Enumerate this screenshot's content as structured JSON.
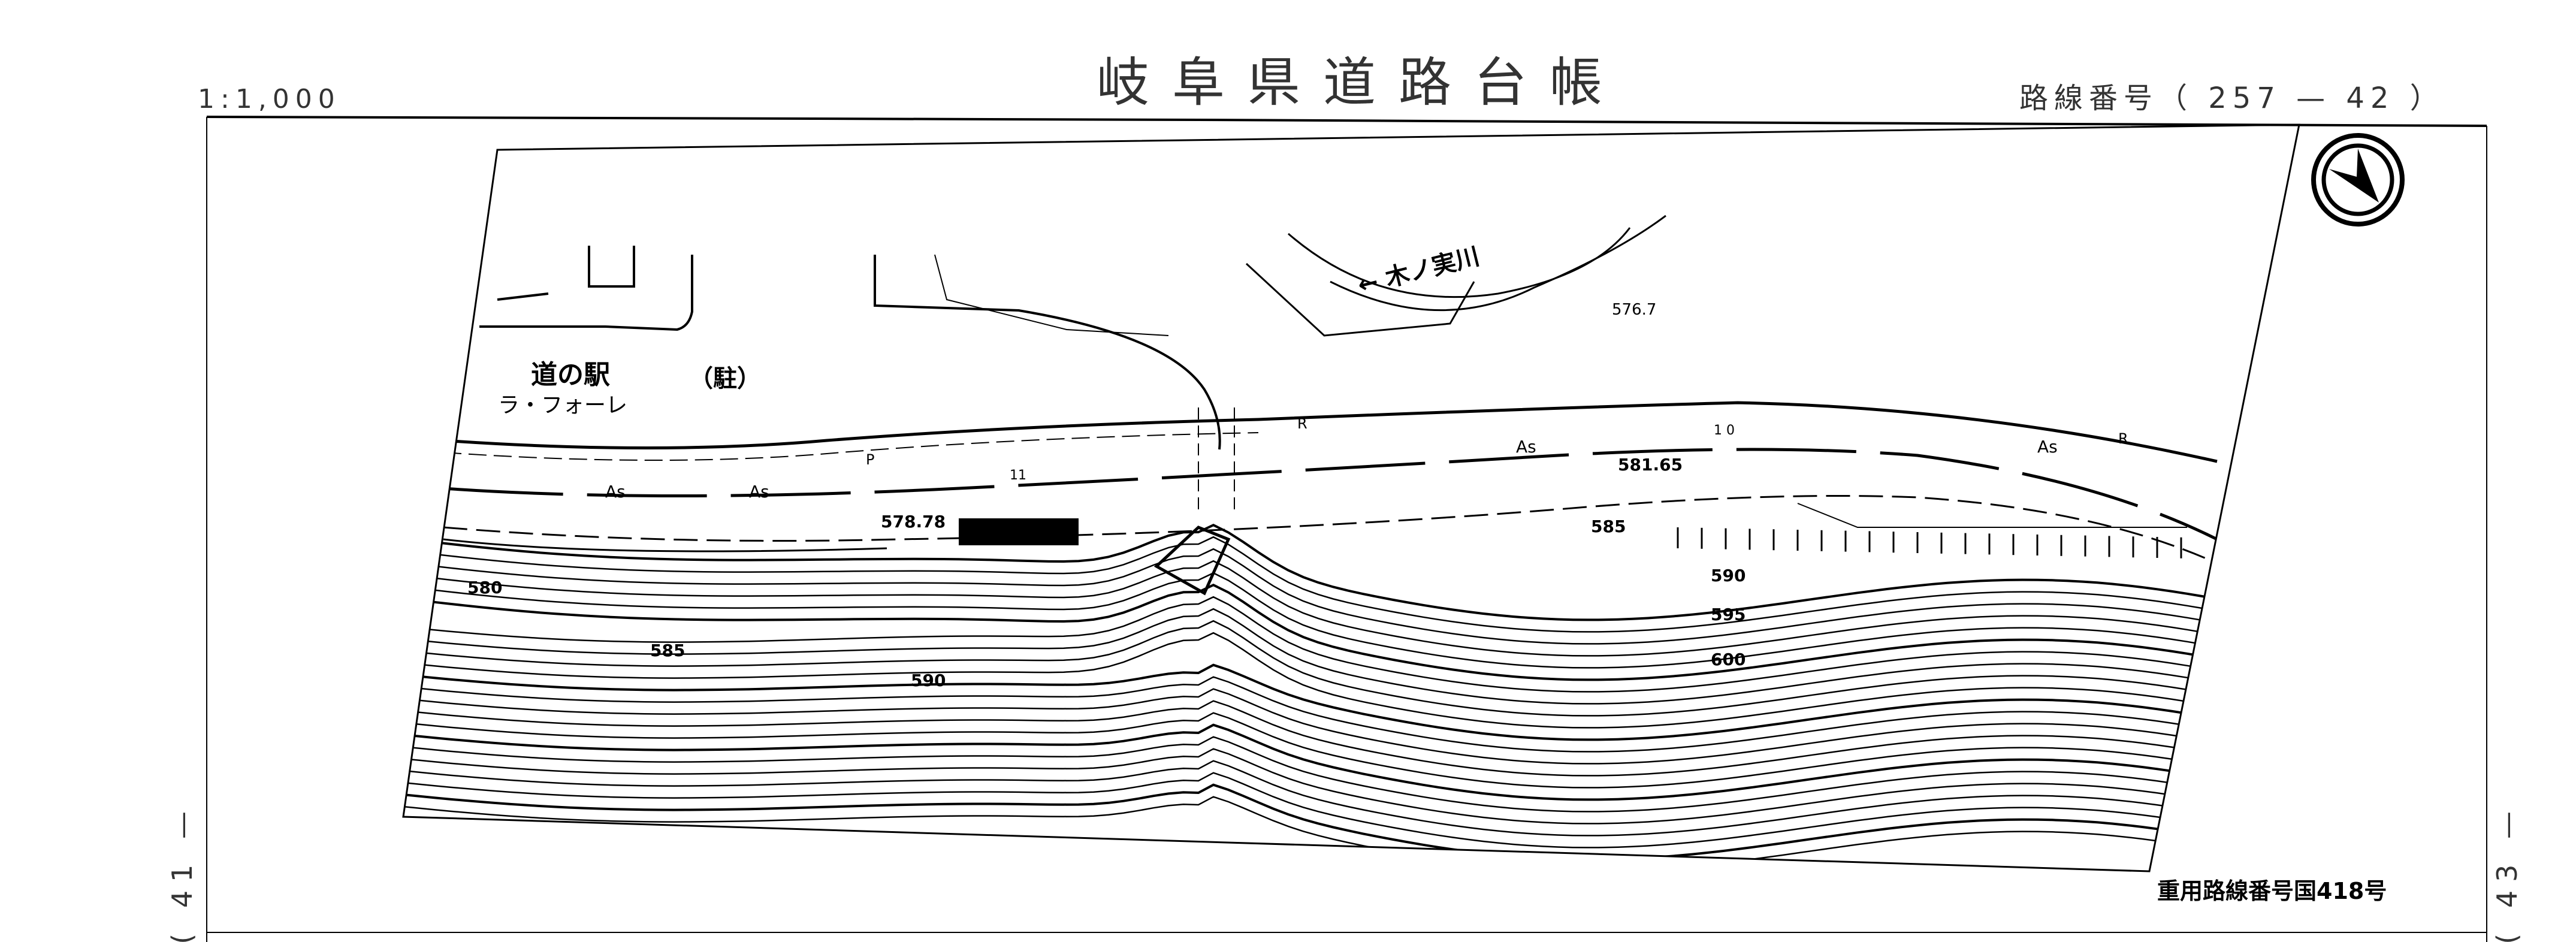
{
  "header": {
    "scale": "1:1,000",
    "title": "岐阜県道路台帳",
    "route_number": "路線番号（ 257 — 42 ）"
  },
  "side": {
    "left_sheet": "( 41 —",
    "right_sheet": "( 43 —"
  },
  "footer": {
    "overlap_route": "重用路線番号国418号"
  },
  "map": {
    "facility_name": "道の駅",
    "facility_subname": "ラ・フォーレ",
    "parking": "（駐）",
    "river": "← 木ノ実川",
    "elevations": [
      "576.7",
      "581.65",
      "578.78"
    ],
    "pavement_labels": [
      "As",
      "As",
      "As",
      "As"
    ],
    "road_marks": [
      "P",
      "R",
      "R",
      "11",
      "1 0"
    ],
    "contours": [
      "580",
      "585",
      "590",
      "585",
      "590",
      "595",
      "600"
    ],
    "north_arrow": "compass-north-arrow"
  },
  "colors": {
    "ink": "#000000",
    "paper": "#ffffff"
  }
}
